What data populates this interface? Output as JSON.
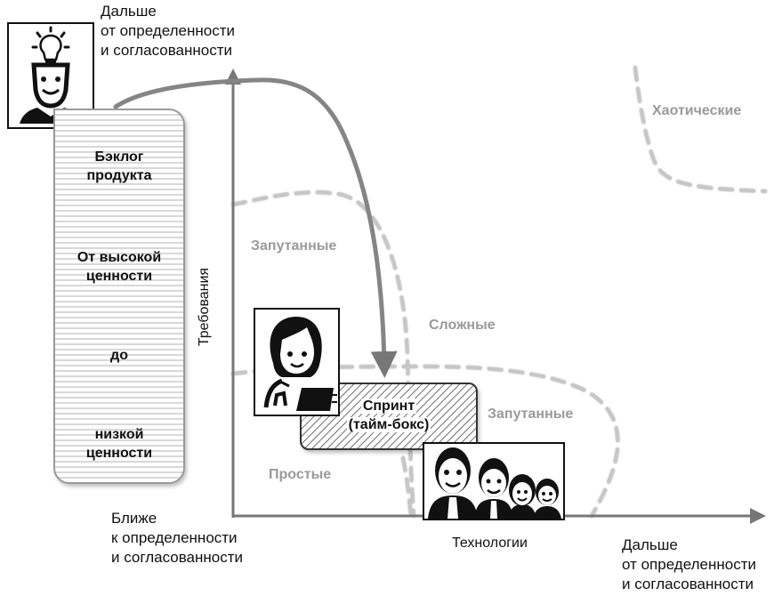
{
  "top_label": {
    "lines": [
      "Дальше",
      "от определенности",
      "и согласованности"
    ]
  },
  "bottom_left_label": {
    "lines": [
      "Ближе",
      "к определенности",
      "и согласованности"
    ]
  },
  "bottom_right_label": {
    "lines": [
      "Дальше",
      "от определенности",
      "и согласованности"
    ]
  },
  "axes": {
    "y_label": "Требования",
    "x_label": "Технологии"
  },
  "backlog": {
    "title_lines": [
      "Бэклог",
      "продукта"
    ],
    "high_lines": [
      "От высокой",
      "ценности"
    ],
    "to": "до",
    "low_lines": [
      "низкой",
      "ценности"
    ]
  },
  "sprint": {
    "lines": [
      "Спринт",
      "(тайм-бокс)"
    ]
  },
  "zones": {
    "chaotic": "Хаотические",
    "complicated_top": "Запутанные",
    "complex": "Сложные",
    "complicated_right": "Запутанные",
    "simple": "Простые"
  },
  "icons": {
    "product_owner": "lightbulb-head-person-icon",
    "scrum_master": "woman-with-tablet-icon",
    "team": "team-of-people-icon"
  },
  "colors": {
    "axis": "#777777",
    "arrow": "#888888",
    "dashed_zone": "#c4c4c4",
    "zone_label": "#9a9a9a"
  }
}
